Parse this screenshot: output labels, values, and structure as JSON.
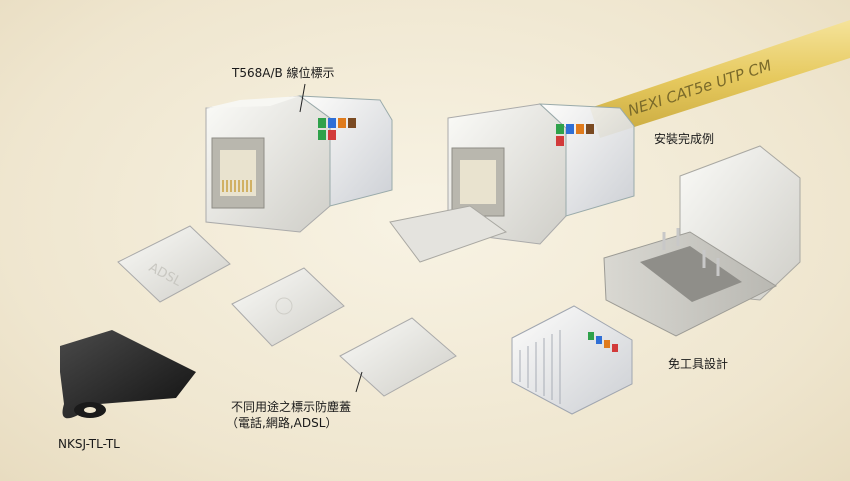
{
  "labels": {
    "wiring": "T568A/B 線位標示",
    "complete": "安裝完成例",
    "toolless": "免工具設計",
    "covers_line1": "不同用途之標示防塵蓋",
    "covers_line2": "（電話,網路,ADSL）",
    "tool": "NKSJ-TL-TL"
  },
  "embossed": {
    "adsl": "ADSL",
    "cable_print": "NEXI CAT5e UTP CM"
  },
  "colors": {
    "background": "#f1e8d2",
    "module_white": "#ecebe6",
    "cable_yellow": "#e9cf6a",
    "tool_black": "#1f1f1f"
  }
}
